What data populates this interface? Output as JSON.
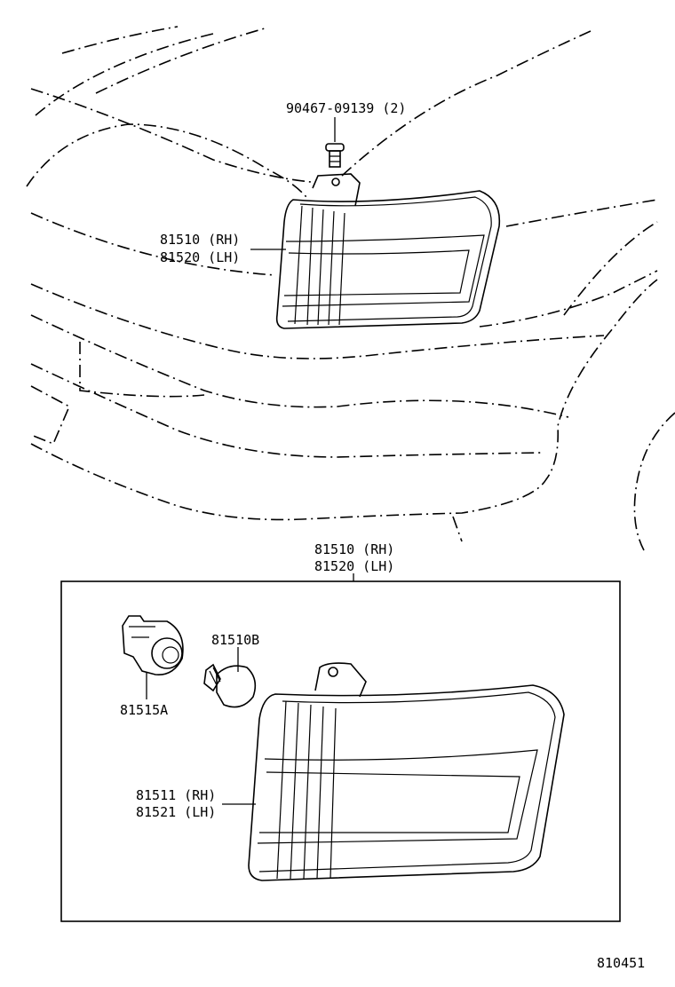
{
  "labels": {
    "bolt_part": "90467-09139 (2)",
    "lamp_assy_rh": "81510 (RH)",
    "lamp_assy_lh": "81520 (LH)",
    "box_assy_rh": "81510 (RH)",
    "box_assy_lh": "81520 (LH)",
    "bulb_part": "81510B",
    "socket_part": "81515A",
    "lens_rh": "81511 (RH)",
    "lens_lh": "81521 (LH)",
    "diagram_number": "810451"
  }
}
